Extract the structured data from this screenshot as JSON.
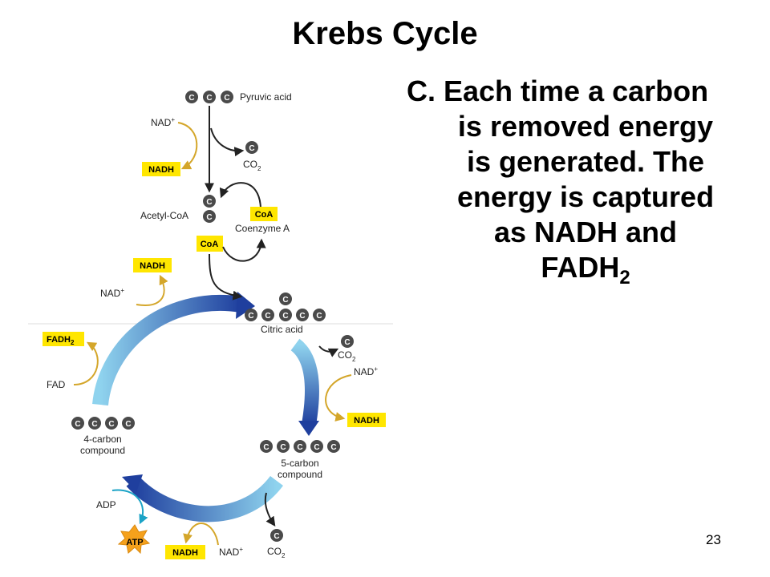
{
  "title": "Krebs Cycle",
  "point": {
    "lines": [
      "C. Each time a carbon",
      "is removed energy",
      "is generated.  The",
      "energy is captured",
      "as NADH and"
    ],
    "last_line_base": "FADH",
    "last_line_sub": "2"
  },
  "page_number": "23",
  "diagram": {
    "pyruvic_acid": "Pyruvic acid",
    "nad_plus": "NAD",
    "plus": "+",
    "nadh": "NADH",
    "co2_base": "CO",
    "co2_sub": "2",
    "carbon": "C",
    "coa": "CoA",
    "coenzyme_a": "Coenzyme A",
    "acetyl_coa": "Acetyl-CoA",
    "citric_acid": "Citric acid",
    "fadh2_base": "FADH",
    "fadh2_sub": "2",
    "fad": "FAD",
    "four_carbon_line1": "4-carbon",
    "four_carbon_line2": "compound",
    "five_carbon_line1": "5-carbon",
    "five_carbon_line2": "compound",
    "adp": "ADP",
    "atp": "ATP"
  },
  "colors": {
    "carbon": "#4a4a4a",
    "yellow_box": "#ffe600",
    "gold_arrow": "#d4a62a",
    "cycle_dark": "#1f3f9e",
    "cycle_light": "#8fd3ee",
    "atp_burst": "#f5a11c",
    "teal_arrow": "#1ba3c6"
  }
}
